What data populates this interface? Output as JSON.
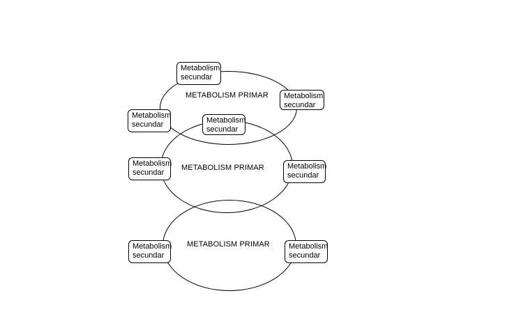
{
  "cycles": [
    {
      "label": "METABOLISM PRIMAR"
    },
    {
      "label": "METABOLISM PRIMAR"
    },
    {
      "label": "METABOLISM PRIMAR"
    }
  ],
  "nodes": [
    {
      "line1": "Metabolism",
      "line2": "secundar"
    },
    {
      "line1": "Metabolism",
      "line2": "secundar"
    },
    {
      "line1": "Metabolism",
      "line2": "secundar"
    },
    {
      "line1": "Metabolism",
      "line2": "secundar"
    },
    {
      "line1": "Metabolism",
      "line2": "secundar"
    },
    {
      "line1": "Metabolism",
      "line2": "secundar"
    },
    {
      "line1": "Metabolism",
      "line2": "secundar"
    },
    {
      "line1": "Metabolism",
      "line2": "secundar"
    }
  ]
}
